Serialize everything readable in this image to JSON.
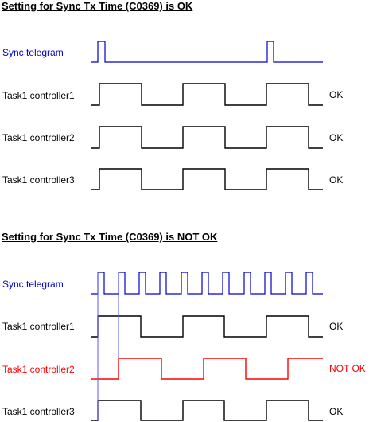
{
  "sections": [
    {
      "heading": "Setting for Sync Tx Time (C0369) is OK",
      "rows": [
        {
          "label": "Sync telegram",
          "status": "",
          "color": "#0000cc",
          "kind": "pulse",
          "edges": [
            123,
            132,
            336,
            344
          ]
        },
        {
          "label": "Task1 controller1",
          "status": "OK",
          "color": "#000000",
          "kind": "square",
          "edges": [
            125,
            178,
            230,
            283,
            335,
            388
          ]
        },
        {
          "label": "Task1 controller2",
          "status": "OK",
          "color": "#000000",
          "kind": "square",
          "edges": [
            125,
            178,
            230,
            283,
            335,
            388
          ]
        },
        {
          "label": "Task1 controller3",
          "status": "OK",
          "color": "#000000",
          "kind": "square",
          "edges": [
            125,
            178,
            230,
            283,
            335,
            388
          ]
        }
      ]
    },
    {
      "heading": "Setting for Sync Tx Time (C0369) is NOT OK",
      "rows": [
        {
          "label": "Sync telegram",
          "status": "",
          "color": "#0000cc",
          "kind": "pulse",
          "edges": [
            123,
            131,
            149,
            157,
            175,
            183,
            201,
            209,
            228,
            236,
            254,
            262,
            280,
            288,
            307,
            315,
            333,
            341,
            359,
            367,
            385,
            393
          ]
        },
        {
          "label": "Task1 controller1",
          "status": "OK",
          "color": "#000000",
          "kind": "square",
          "edges": [
            123,
            177,
            230,
            282,
            335,
            388
          ]
        },
        {
          "label": "Task1 controller2",
          "status": "NOT OK",
          "color": "#ff0000",
          "kind": "square",
          "edges": [
            149,
            203,
            256,
            309,
            362
          ]
        },
        {
          "label": "Task1 controller3",
          "status": "OK",
          "color": "#000000",
          "kind": "square",
          "edges": [
            123,
            177,
            230,
            282,
            335,
            388
          ]
        }
      ]
    }
  ],
  "colors": {
    "sync": "#0000cc",
    "error": "#ff0000",
    "normal": "#000000",
    "guide": "#5a5aff"
  }
}
